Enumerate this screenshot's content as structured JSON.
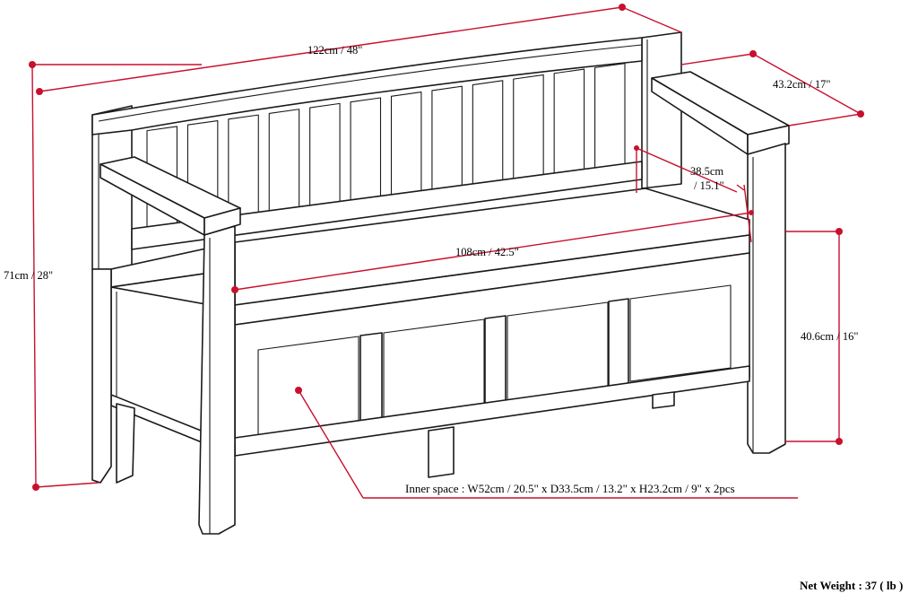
{
  "accent_color": "#c8102e",
  "line_color": "#1a1a1a",
  "dimensions": {
    "overall_width": "122cm / 48\"",
    "overall_depth": "43.2cm / 17\"",
    "overall_height": "71cm / 28\"",
    "seat_depth_line1": "38.5cm",
    "seat_depth_line2": "/ 15.1\"",
    "seat_width": "108cm / 42.5\"",
    "seat_height": "40.6cm / 16\""
  },
  "inner_space": "Inner space : W52cm / 20.5\" x D33.5cm / 13.2\" x H23.2cm / 9\" x 2pcs",
  "net_weight": "Net Weight : 37 ( lb )"
}
